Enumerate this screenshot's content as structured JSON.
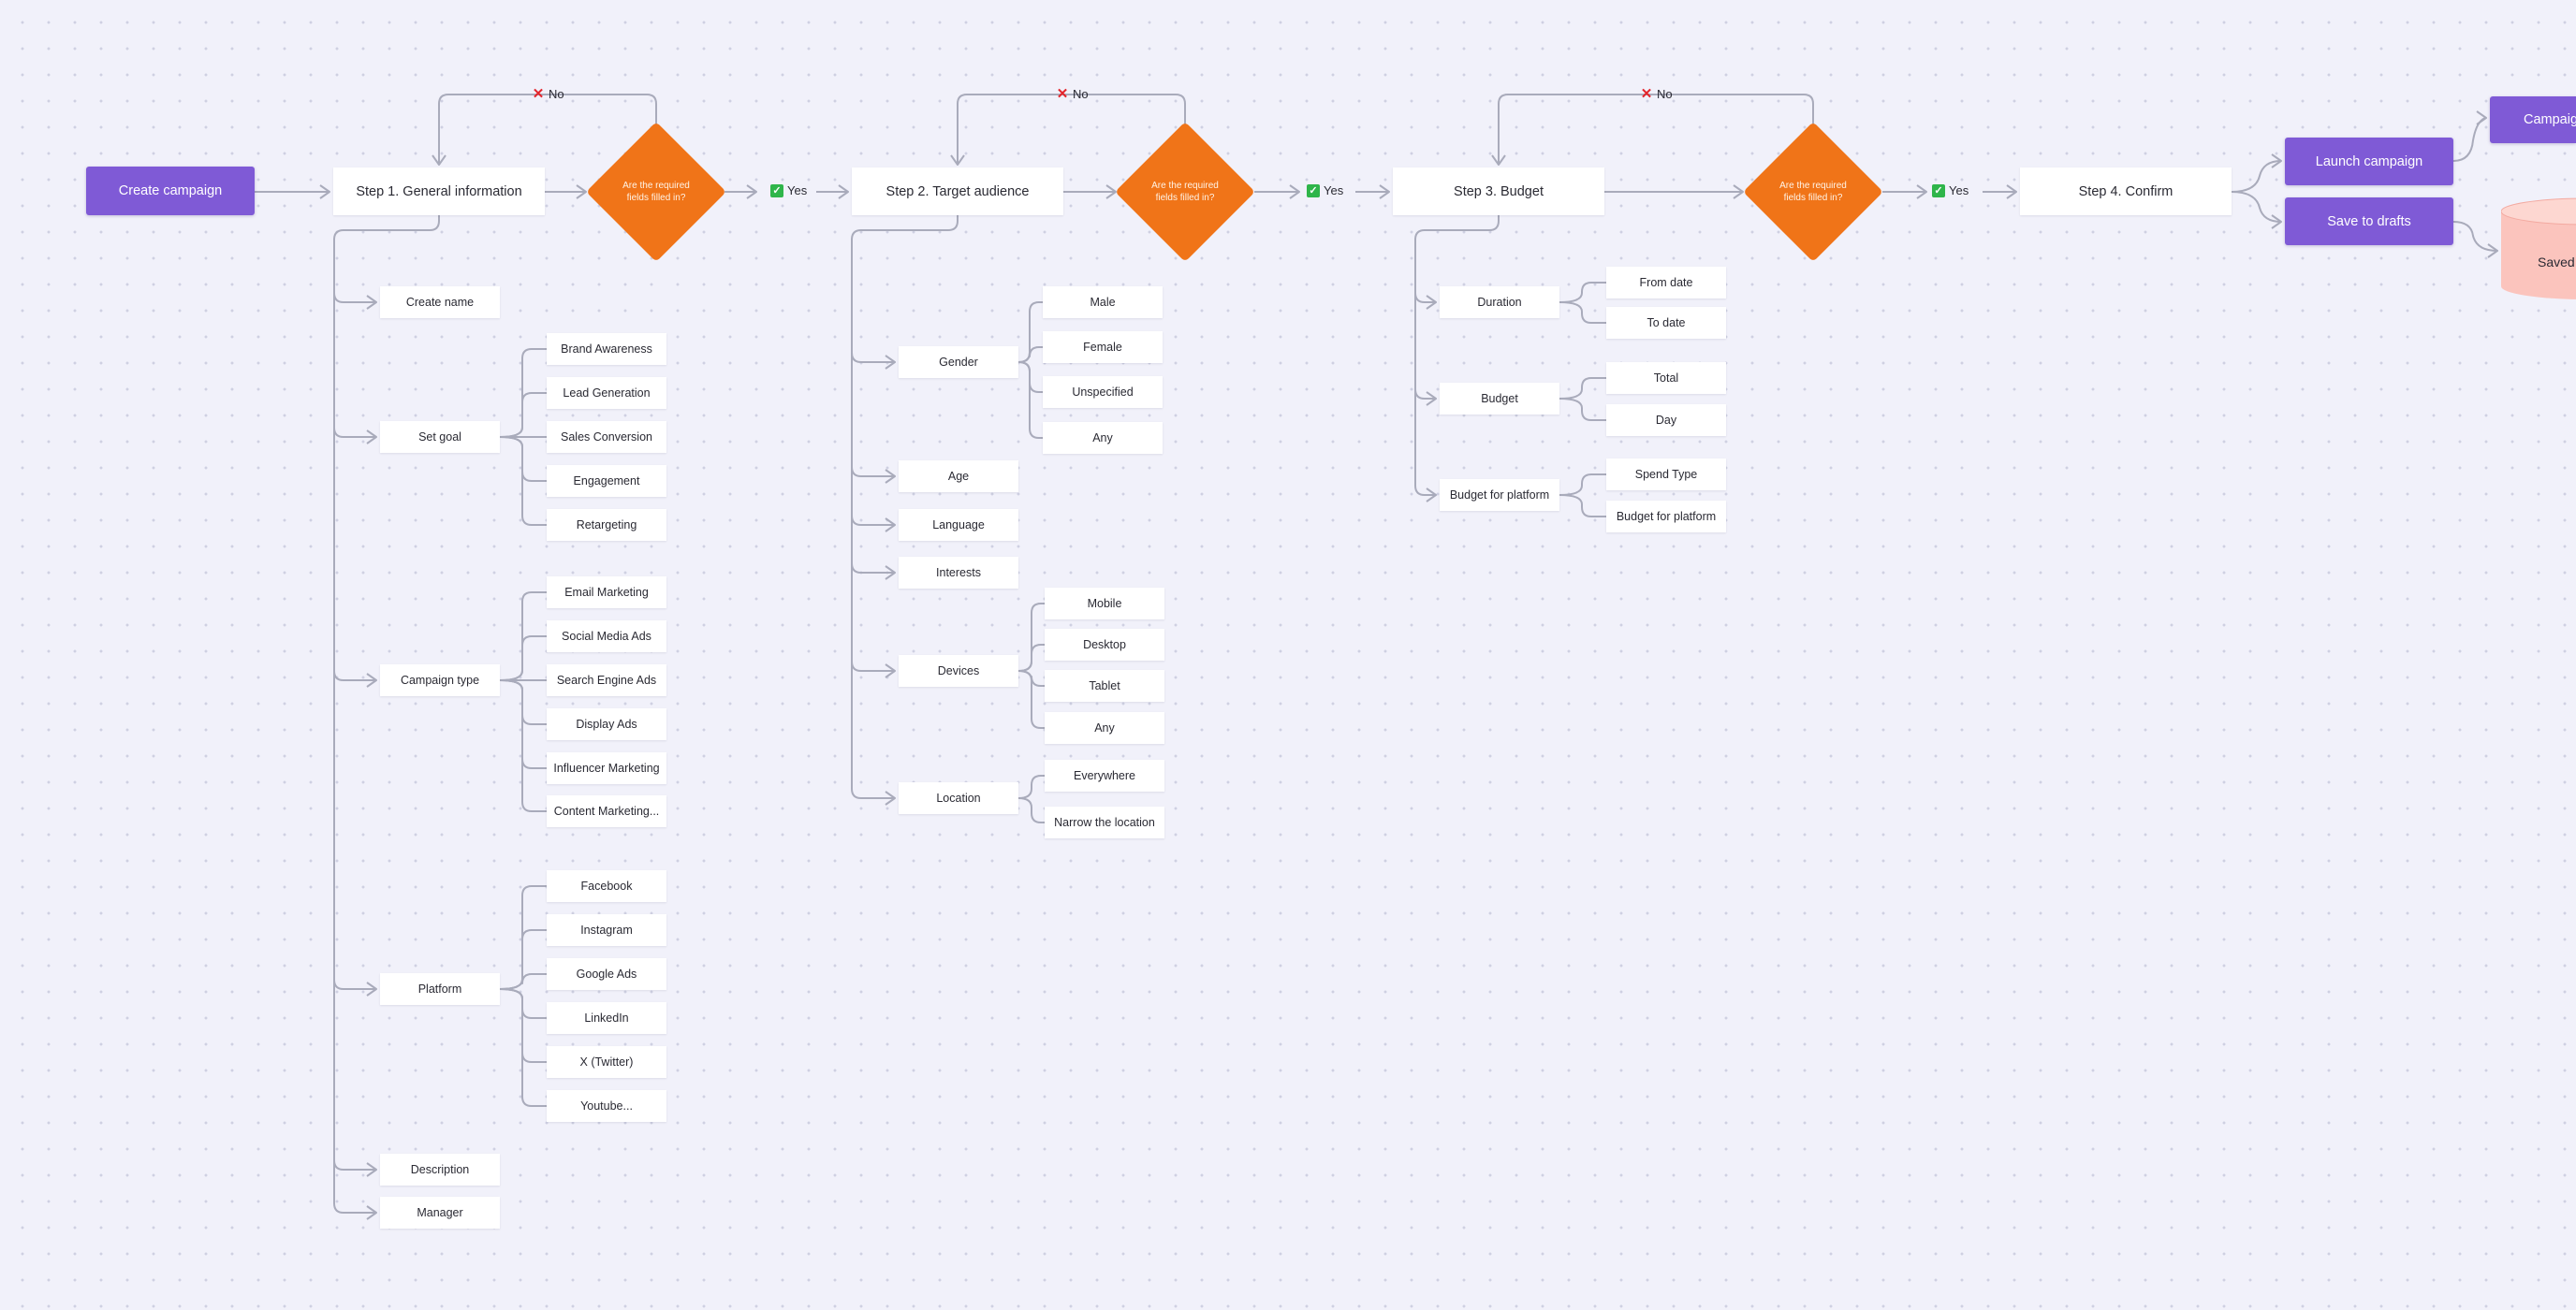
{
  "start": {
    "label": "Create campaign"
  },
  "steps": [
    {
      "label": "Step 1. General information"
    },
    {
      "label": "Step 2. Target audience"
    },
    {
      "label": "Step 3. Budget"
    },
    {
      "label": "Step 4. Confirm"
    }
  ],
  "decision": {
    "label": "Are the required fields filled in?",
    "yes": "Yes",
    "no": "No"
  },
  "step1": {
    "create_name": "Create name",
    "set_goal": "Set goal",
    "goals": [
      "Brand Awareness",
      "Lead Generation",
      "Sales Conversion",
      "Engagement",
      "Retargeting"
    ],
    "campaign_type": "Campaign type",
    "types": [
      "Email Marketing",
      "Social Media Ads",
      "Search Engine Ads",
      "Display Ads",
      "Influencer Marketing",
      "Content Marketing..."
    ],
    "platform": "Platform",
    "platforms": [
      "Facebook",
      "Instagram",
      "Google Ads",
      "LinkedIn",
      "X (Twitter)",
      "Youtube..."
    ],
    "description": "Description",
    "manager": "Manager"
  },
  "step2": {
    "gender": "Gender",
    "genders": [
      "Male",
      "Female",
      "Unspecified",
      "Any"
    ],
    "age": "Age",
    "language": "Language",
    "interests": "Interests",
    "devices": "Devices",
    "device_list": [
      "Mobile",
      "Desktop",
      "Tablet",
      "Any"
    ],
    "location": "Location",
    "locations": [
      "Everywhere",
      "Narrow the location"
    ]
  },
  "step3": {
    "duration": "Duration",
    "durations": [
      "From date",
      "To date"
    ],
    "budget": "Budget",
    "budgets": [
      "Total",
      "Day"
    ],
    "budget_platform": "Budget for platform",
    "budget_platform_items": [
      "Spend Type",
      "Budget for platform"
    ]
  },
  "actions": {
    "launch": "Launch campaign",
    "save": "Save to drafts"
  },
  "outcomes": {
    "campaign": "Campaign",
    "saved": "Saved to"
  },
  "colors": {
    "action": "#7f5ad6",
    "decision": "#f07418",
    "edge": "#a9abbb",
    "yes": "#2fb54a",
    "no": "#e3262c",
    "database": "#fbc4bd"
  }
}
